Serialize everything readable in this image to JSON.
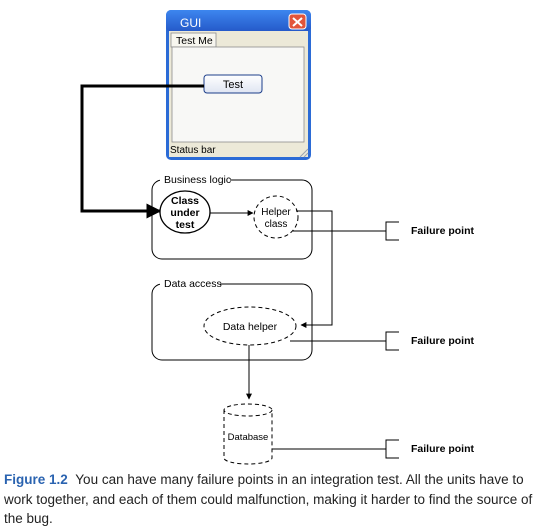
{
  "gui_window": {
    "title": "GUI",
    "tab_label": "Test Me",
    "button_label": "Test",
    "status_bar": "Status bar"
  },
  "business_logic": {
    "label": "Business logic",
    "class_under_test": [
      "Class",
      "under",
      "test"
    ],
    "helper_class": [
      "Helper",
      "class"
    ]
  },
  "data_access": {
    "label": "Data access",
    "data_helper": "Data helper"
  },
  "database": {
    "label": "Database"
  },
  "failure_points": [
    "Failure point",
    "Failure point",
    "Failure point"
  ],
  "caption": {
    "label": "Figure 1.2",
    "text": "You can have many failure points in an integration test. All the units have to work together, and each of them could malfunction, making it harder to find the source of the bug."
  },
  "colors": {
    "window_frame": "#2b6bd6",
    "window_body": "#ece9d8",
    "close_button": "#e2553b",
    "caption_label": "#2a63b0"
  }
}
